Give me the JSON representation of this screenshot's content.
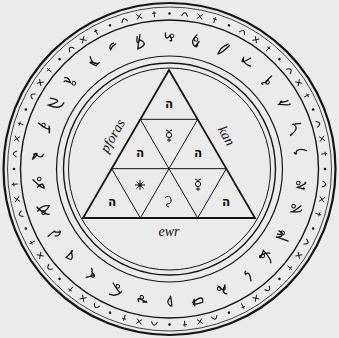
{
  "diagram": {
    "labels": [
      "ה",
      "ה",
      "ה",
      "ה",
      "ה",
      "pforas",
      "kan",
      "ewr"
    ]
  }
}
